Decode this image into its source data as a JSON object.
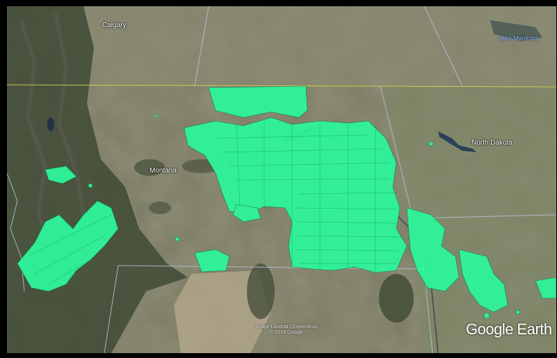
{
  "app": "Google Earth",
  "colors": {
    "overlay_fill": "#2ef59a",
    "border_line": "#b8c4d8",
    "latitude_line": "#d8d24a",
    "terrain_base": "#7c7b63",
    "mountains": "#3f4a35"
  },
  "labels": {
    "calgary": "Calgary",
    "lake_manitoba": "Lake Manitoba",
    "north_dakota": "North Dakota",
    "montana": "Montana"
  },
  "attribution": {
    "line1": "Image Landsat / Copernicus",
    "line2": "© 2018 Google"
  },
  "logo": "Google Earth"
}
